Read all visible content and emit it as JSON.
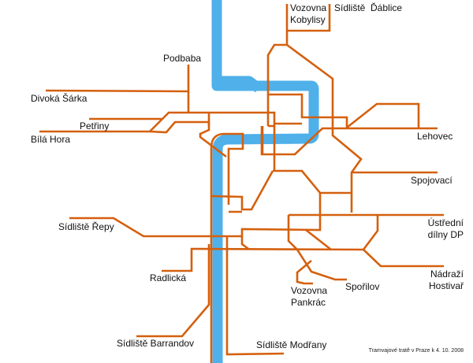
{
  "map": {
    "title": "Tramvajové tratě v Praze k 4. 10. 2008",
    "colors": {
      "river": "#4fb0ea",
      "track": "#d4600e",
      "background": "#ffffff",
      "text": "#111111"
    },
    "terminals": {
      "vozovna_kobylisy": "Vozovna\nKobylisy",
      "sidliste_dablice": "Sídliště  Ďáblice",
      "podbaba": "Podbaba",
      "divoka_sarka": "Divoká Šárka",
      "petriny": "Petřiny",
      "bila_hora": "Bílá Hora",
      "lehovec": "Lehovec",
      "spojovaci": "Spojovací",
      "sidliste_repy": "Sídliště Řepy",
      "ustredni_dilny": "Ústřední\ndílny DP",
      "nadrazi_hostivar": "Nádraží\nHostivař",
      "radlicka": "Radlická",
      "vozovna_pankrac": "Vozovna\nPankrác",
      "sporilov": "Spořilov",
      "sidliste_barrandov": "Sídliště Barrandov",
      "sidliste_modrany": "Sídliště Modřany"
    },
    "caption": "Tramvajové tratě v Praze k 4. 10. 2008"
  }
}
